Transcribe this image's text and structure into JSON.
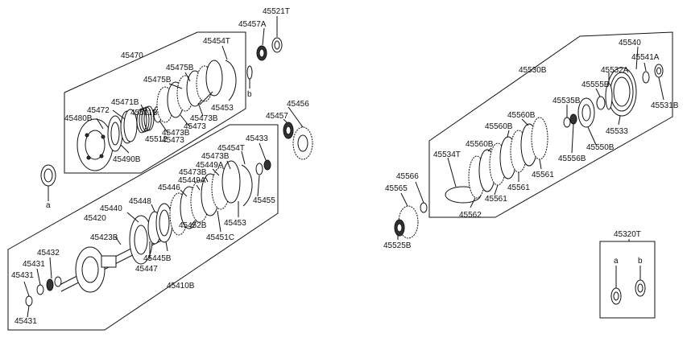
{
  "labels": {
    "p45521T": "45521T",
    "p45457A": "45457A",
    "p45470": "45470",
    "p45454T_a": "45454T",
    "p45475B_a": "45475B",
    "p45475B_b": "45475B",
    "p45471B": "45471B",
    "p45511B": "45511B",
    "p45472": "45472",
    "p45480B": "45480B",
    "p45453_a": "45453",
    "p45473B_a": "45473B",
    "p45473_a": "45473",
    "p45473B_b": "45473B",
    "p45473_b": "45473",
    "p45512": "45512",
    "p45490B": "45490B",
    "p45457": "45457",
    "p45456": "45456",
    "p45433": "45433",
    "p45454T_b": "45454T",
    "p45473B_c": "45473B",
    "p45449A_a": "45449A",
    "p45473B_d": "45473B",
    "p45449A_b": "45449A",
    "p45446": "45446",
    "p45448": "45448",
    "p45440": "45440",
    "p45420": "45420",
    "p45423B": "45423B",
    "p45455": "45455",
    "p45453_b": "45453",
    "p45451C": "45451C",
    "p45452B": "45452B",
    "p45445B": "45445B",
    "p45447": "45447",
    "p45410B": "45410B",
    "p45432": "45432",
    "p45431_a": "45431",
    "p45431_b": "45431",
    "p45431_c": "45431",
    "p45530B": "45530B",
    "p45540": "45540",
    "p45541A": "45541A",
    "p45532A": "45532A",
    "p45555B": "45555B",
    "p45535B": "45535B",
    "p45531B": "45531B",
    "p45533": "45533",
    "p45550B": "45550B",
    "p45556B": "45556B",
    "p45560B_a": "45560B",
    "p45560B_b": "45560B",
    "p45560B_c": "45560B",
    "p45534T": "45534T",
    "p45561_a": "45561",
    "p45561_b": "45561",
    "p45561_c": "45561",
    "p45562": "45562",
    "p45566": "45566",
    "p45565": "45565",
    "p45525B": "45525B",
    "p45320T": "45320T",
    "ref_a_1": "a",
    "ref_b_1": "b",
    "ref_a_2": "a",
    "ref_b_2": "b"
  }
}
